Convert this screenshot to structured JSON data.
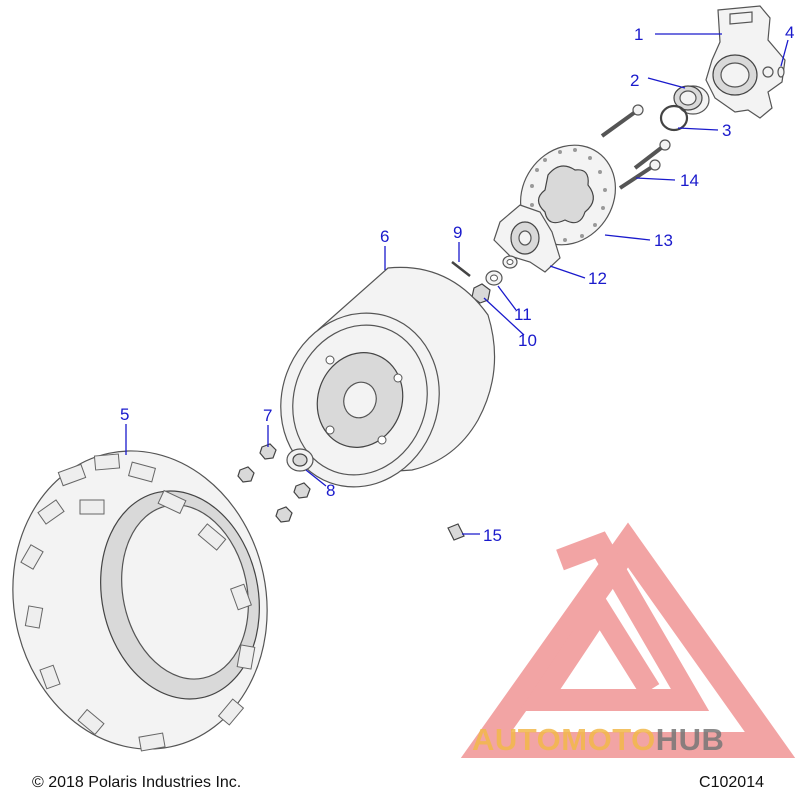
{
  "callouts": [
    {
      "id": "c1",
      "label": "1"
    },
    {
      "id": "c2",
      "label": "2"
    },
    {
      "id": "c3",
      "label": "3"
    },
    {
      "id": "c4",
      "label": "4"
    },
    {
      "id": "c5",
      "label": "5"
    },
    {
      "id": "c6",
      "label": "6"
    },
    {
      "id": "c7",
      "label": "7"
    },
    {
      "id": "c8",
      "label": "8"
    },
    {
      "id": "c9",
      "label": "9"
    },
    {
      "id": "c10",
      "label": "10"
    },
    {
      "id": "c11",
      "label": "11"
    },
    {
      "id": "c12",
      "label": "12"
    },
    {
      "id": "c13",
      "label": "13"
    },
    {
      "id": "c14",
      "label": "14"
    },
    {
      "id": "c15",
      "label": "15"
    }
  ],
  "footer": {
    "copyright": "© 2018 Polaris Industries Inc.",
    "figure_code": "C102014"
  },
  "watermark": {
    "part1": "AUTOMOTO",
    "part2": "HUB",
    "color_main": "#f2b84a",
    "color_hub": "#777777",
    "logo_color": "#e85a5a"
  },
  "colors": {
    "callout": "#1a1acc",
    "line_art": "#555555"
  }
}
